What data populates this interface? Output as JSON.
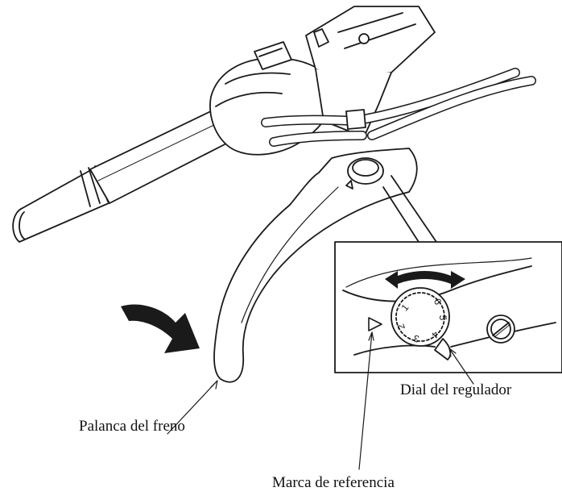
{
  "labels": {
    "brake_lever": "Palanca del freno",
    "adjuster_dial": "Dial del regulador",
    "reference_mark": "Marca de referencia"
  },
  "dial_numbers": [
    "1",
    "2",
    "3",
    "4",
    "5",
    "6"
  ],
  "icons": {
    "push_direction": "curved-arrow-icon",
    "adjust_direction": "double-curved-arrow-icon",
    "reference": "triangle-mark-icon",
    "screw": "screw-icon"
  },
  "colors": {
    "line": "#1a1a1a",
    "fill": "#ffffff",
    "arrow": "#1a1a1a"
  }
}
